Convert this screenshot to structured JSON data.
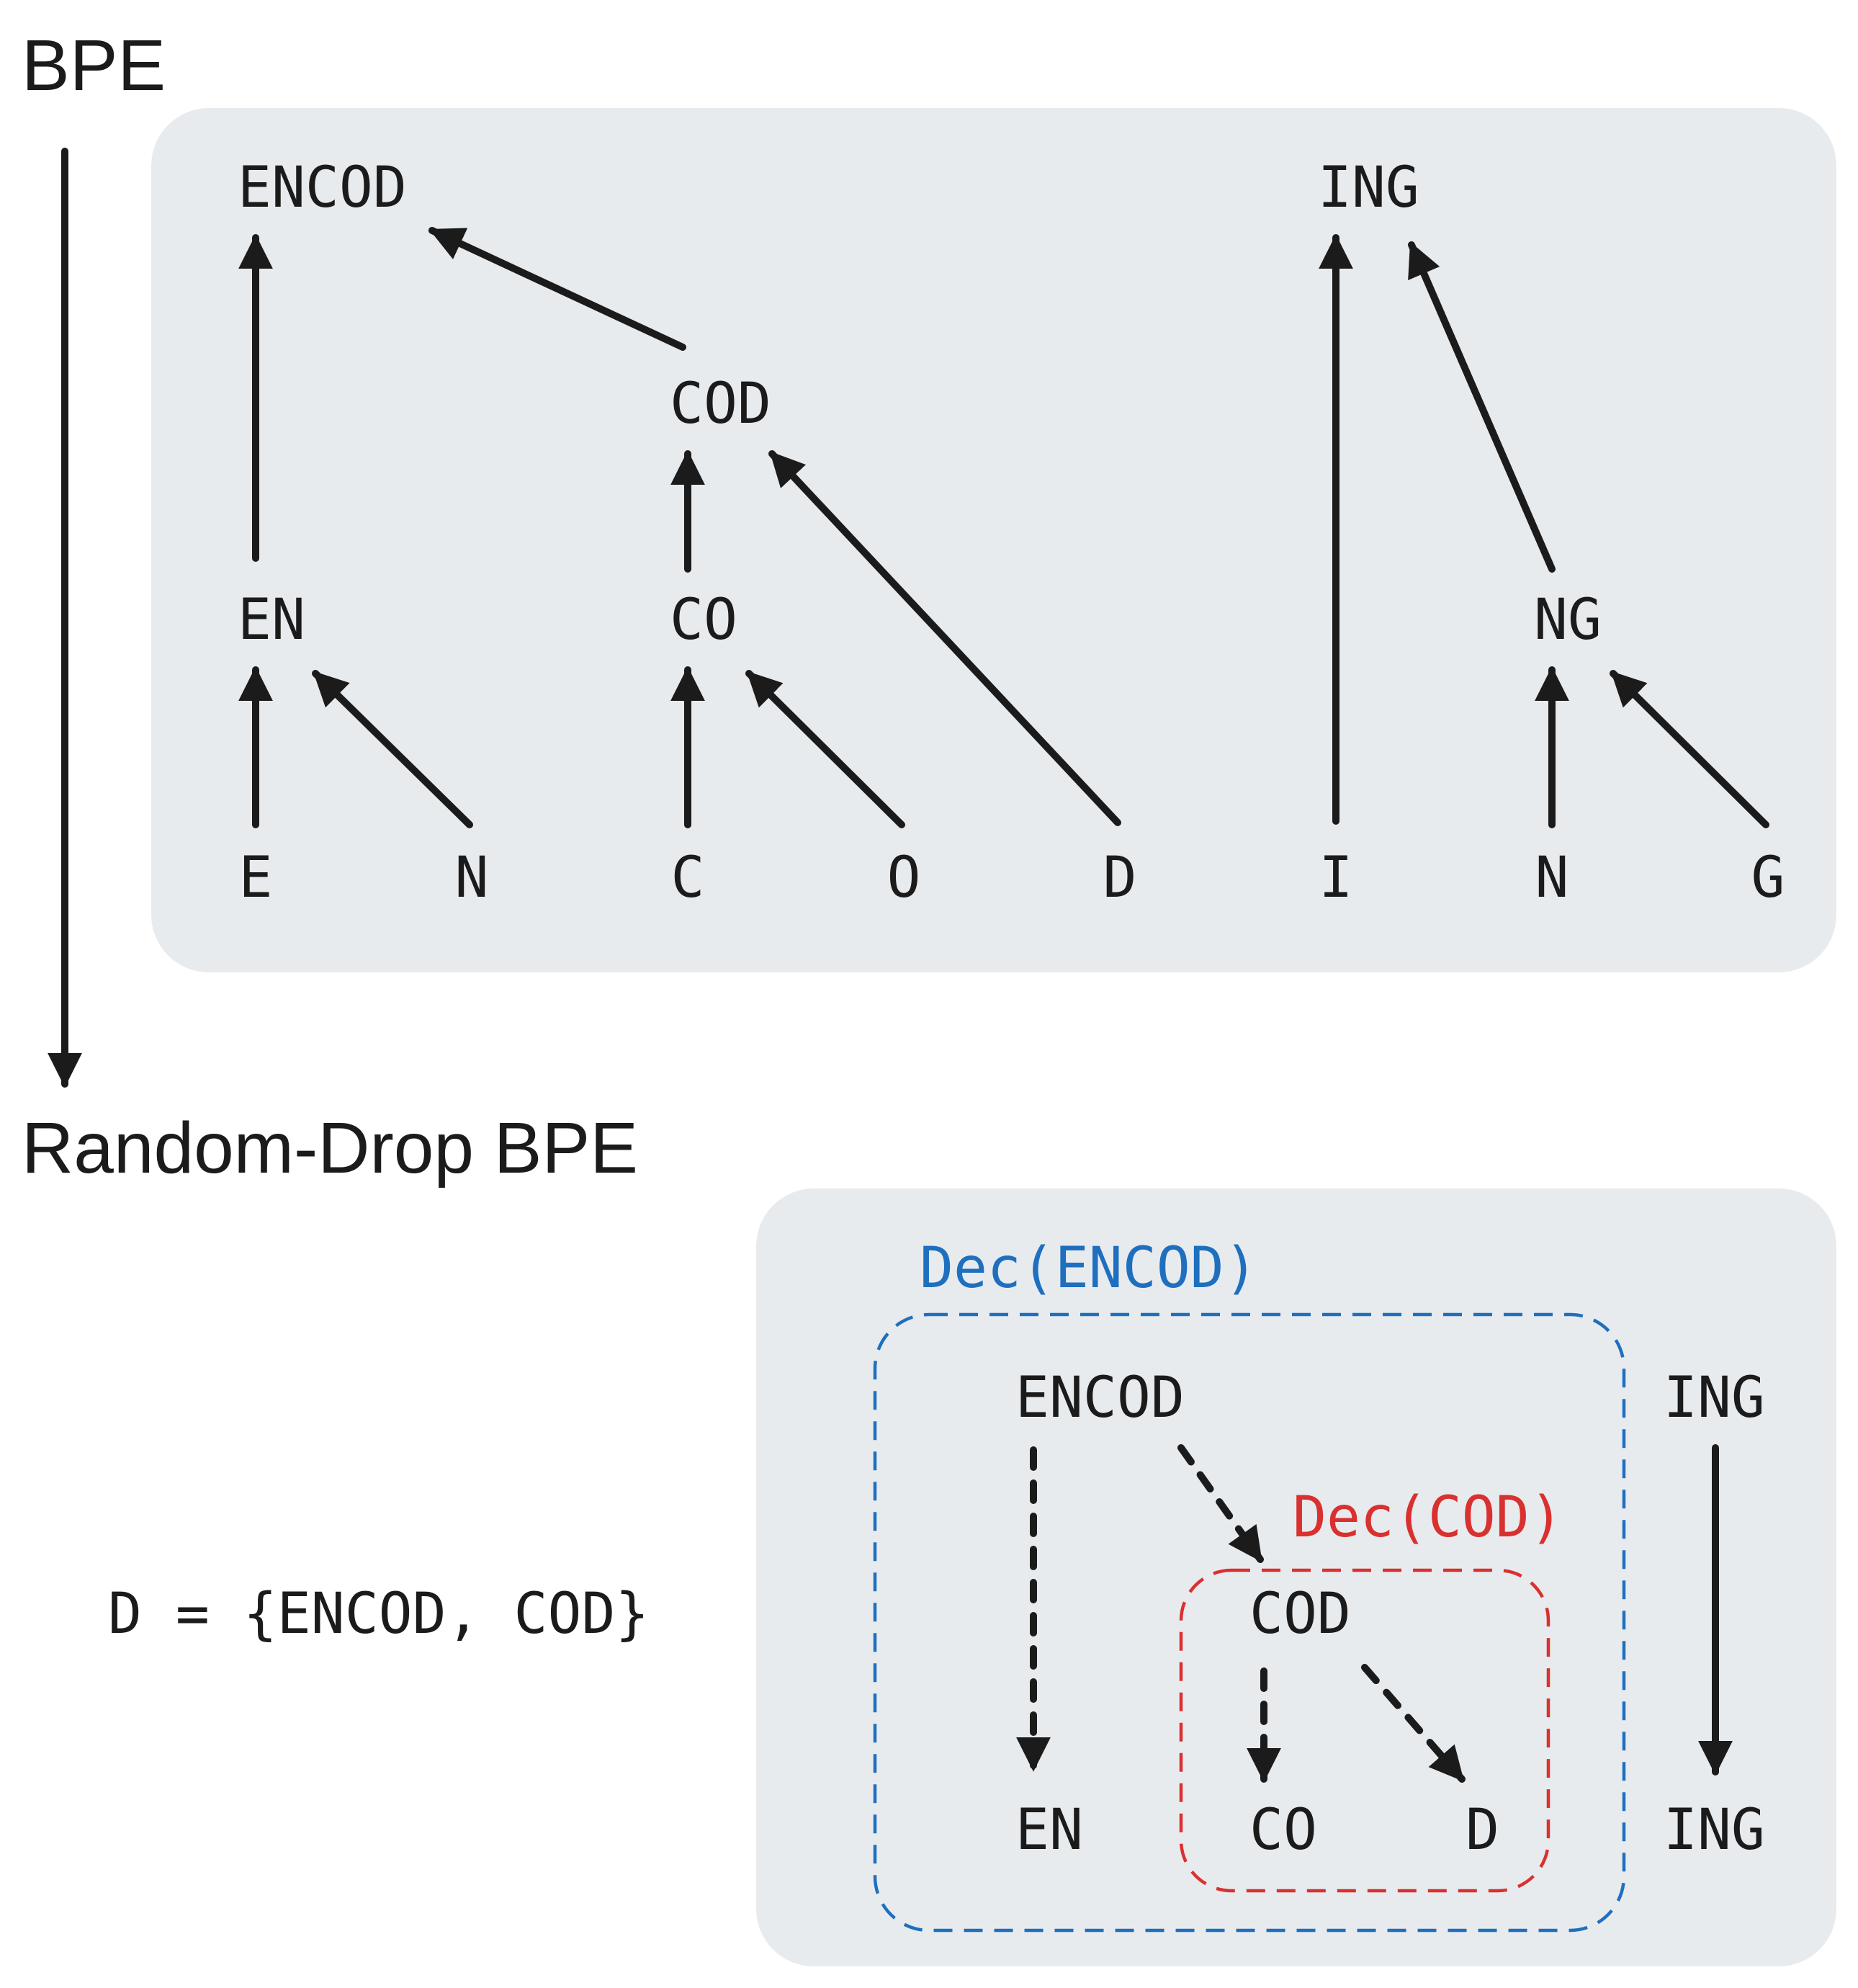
{
  "headings": {
    "bpe": "BPE",
    "random_drop": "Random-Drop BPE"
  },
  "bpe_tree": {
    "chars": [
      "E",
      "N",
      "C",
      "O",
      "D",
      "I",
      "N",
      "G"
    ],
    "level1": [
      "EN",
      "CO",
      "NG"
    ],
    "level2": [
      "COD"
    ],
    "level3": [
      "ENCOD",
      "ING"
    ]
  },
  "drop_set": "D = {ENCOD, COD}",
  "random_drop_tree": {
    "dec_outer_label": "Dec(ENCOD)",
    "dec_inner_label": "Dec(COD)",
    "top_tokens": [
      "ENCOD",
      "ING"
    ],
    "middle_token": "COD",
    "bottom_tokens": [
      "EN",
      "CO",
      "D",
      "ING"
    ]
  },
  "colors": {
    "panel": "#e8ebee",
    "outer_decomposition": "#1f6fbf",
    "inner_decomposition": "#d93030",
    "ink": "#1b1b1b"
  }
}
